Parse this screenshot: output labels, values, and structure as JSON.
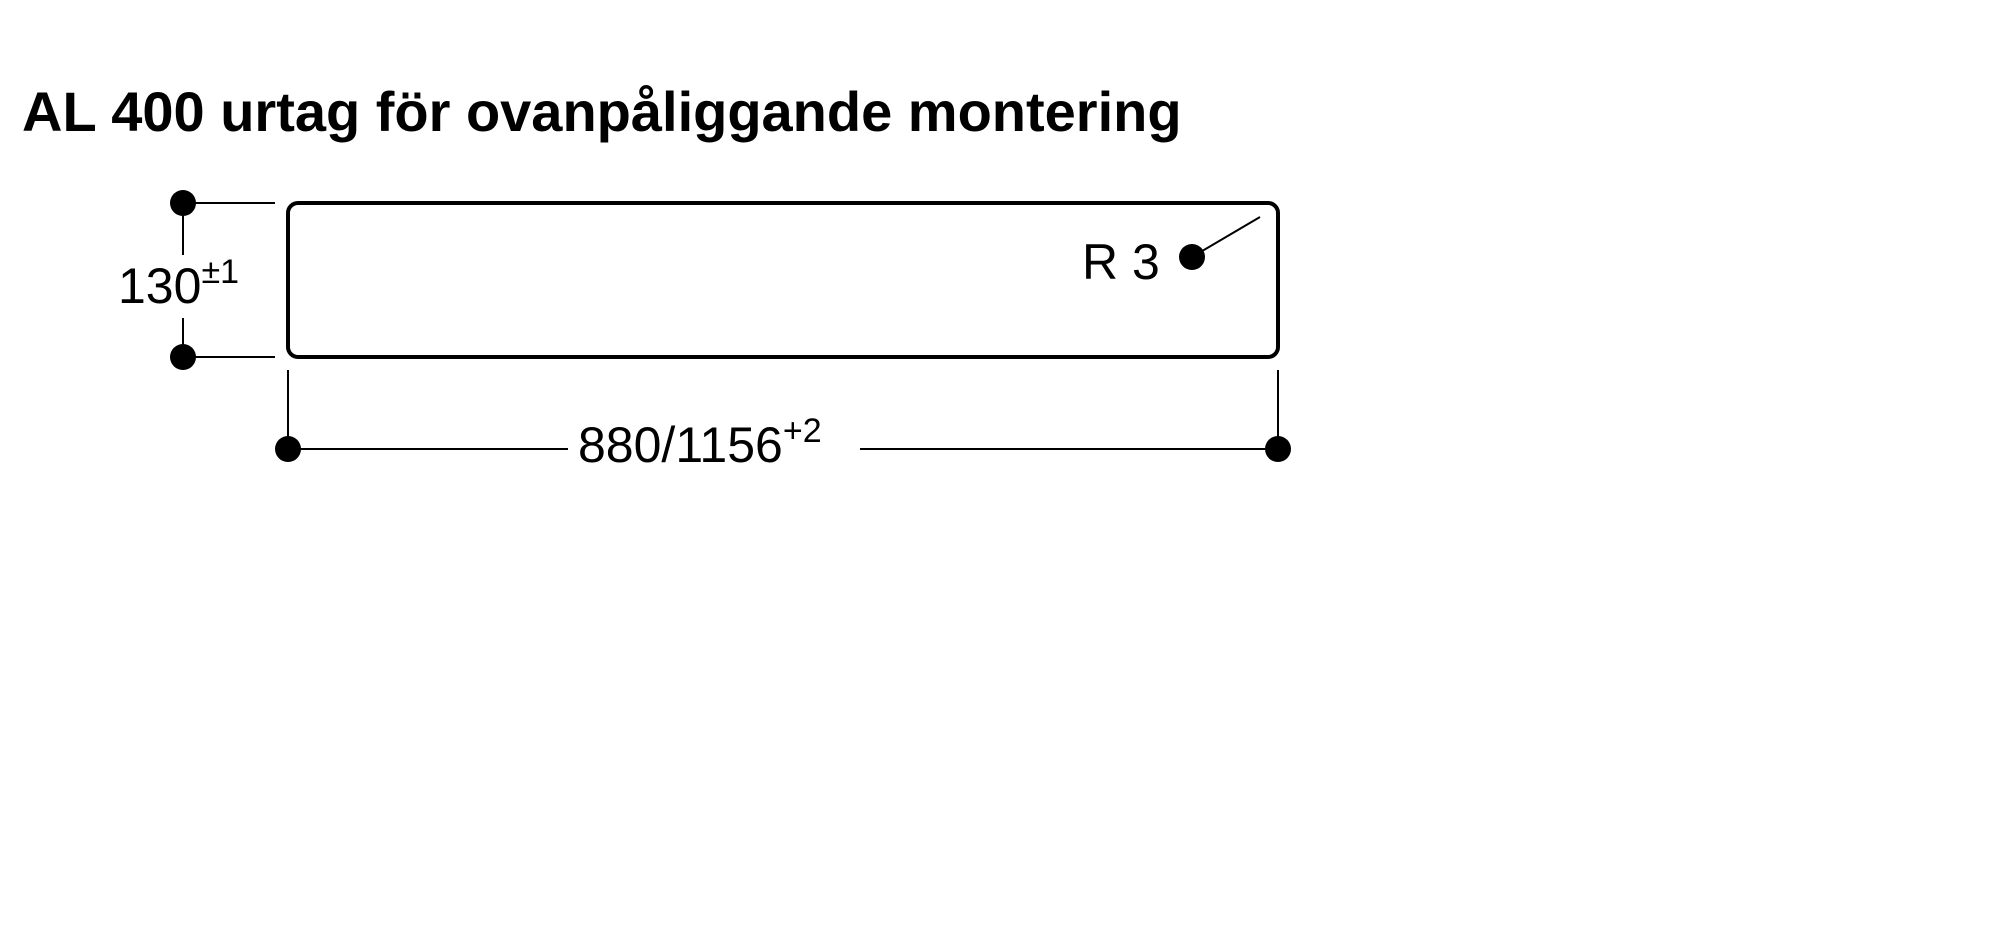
{
  "title": "AL 400 urtag för ovanpåliggande montering",
  "dimensions": {
    "height": {
      "value": "130",
      "tolerance": "±1"
    },
    "width": {
      "value": "880/1156",
      "tolerance": "+2"
    },
    "radius": {
      "label": "R 3"
    }
  },
  "colors": {
    "ink": "#000000",
    "background": "#ffffff"
  }
}
